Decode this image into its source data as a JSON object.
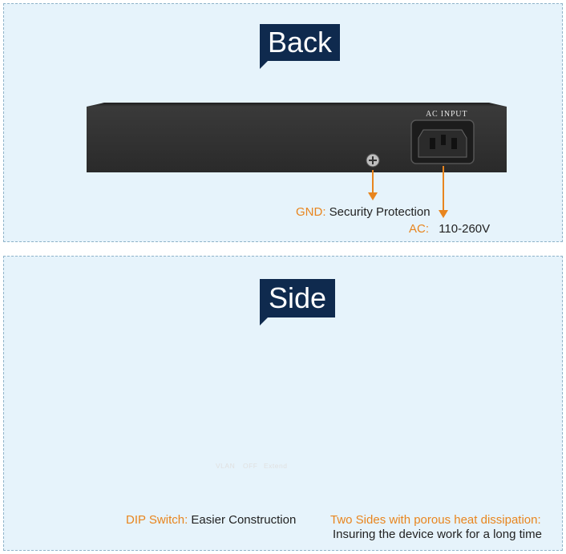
{
  "back": {
    "title": "Back",
    "ac_input_label": "AC  INPUT",
    "gnd": {
      "label": "GND:",
      "desc": "Security Protection"
    },
    "ac": {
      "label": "AC:",
      "desc": "110-260V"
    }
  },
  "side": {
    "title": "Side",
    "switch_labels": {
      "vlan": "VLAN",
      "off": "OFF",
      "extend": "Extend"
    },
    "dip": {
      "label": "DIP Switch:",
      "desc": "Easier Construction"
    },
    "heat": {
      "label": "Two Sides with porous heat dissipation:",
      "desc": "Insuring the device work for a long time"
    }
  },
  "colors": {
    "panel_bg": "#e6f3fb",
    "banner": "#0f2a4e",
    "accent": "#e8851e",
    "device": "#2a2a2a"
  }
}
